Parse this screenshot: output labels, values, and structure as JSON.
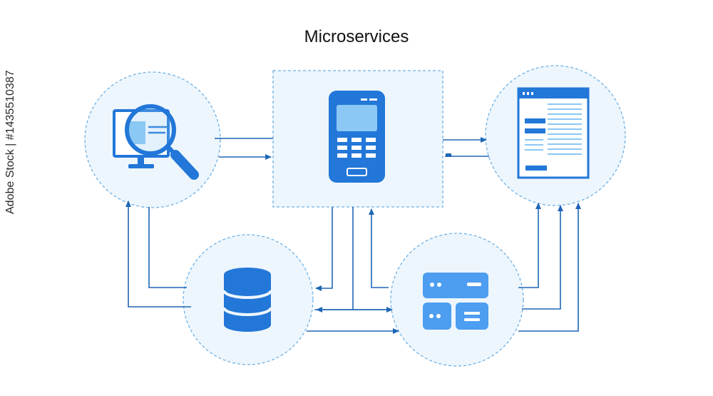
{
  "diagram": {
    "title": "Microservices",
    "watermark": "Adobe Stock | #1435510387",
    "colors": {
      "primary": "#2277d8",
      "light_blue": "#8cc8f5",
      "node_fill": "#edf6fd",
      "node_border": "#6fb1e4",
      "connector": "#1f66b6"
    },
    "nodes": [
      {
        "id": "search-monitor",
        "icon": "monitor-search-icon"
      },
      {
        "id": "mobile-device",
        "icon": "mobile-phone-icon"
      },
      {
        "id": "web-document",
        "icon": "document-window-icon"
      },
      {
        "id": "database",
        "icon": "database-icon"
      },
      {
        "id": "server-panel",
        "icon": "server-panel-icon"
      }
    ]
  }
}
